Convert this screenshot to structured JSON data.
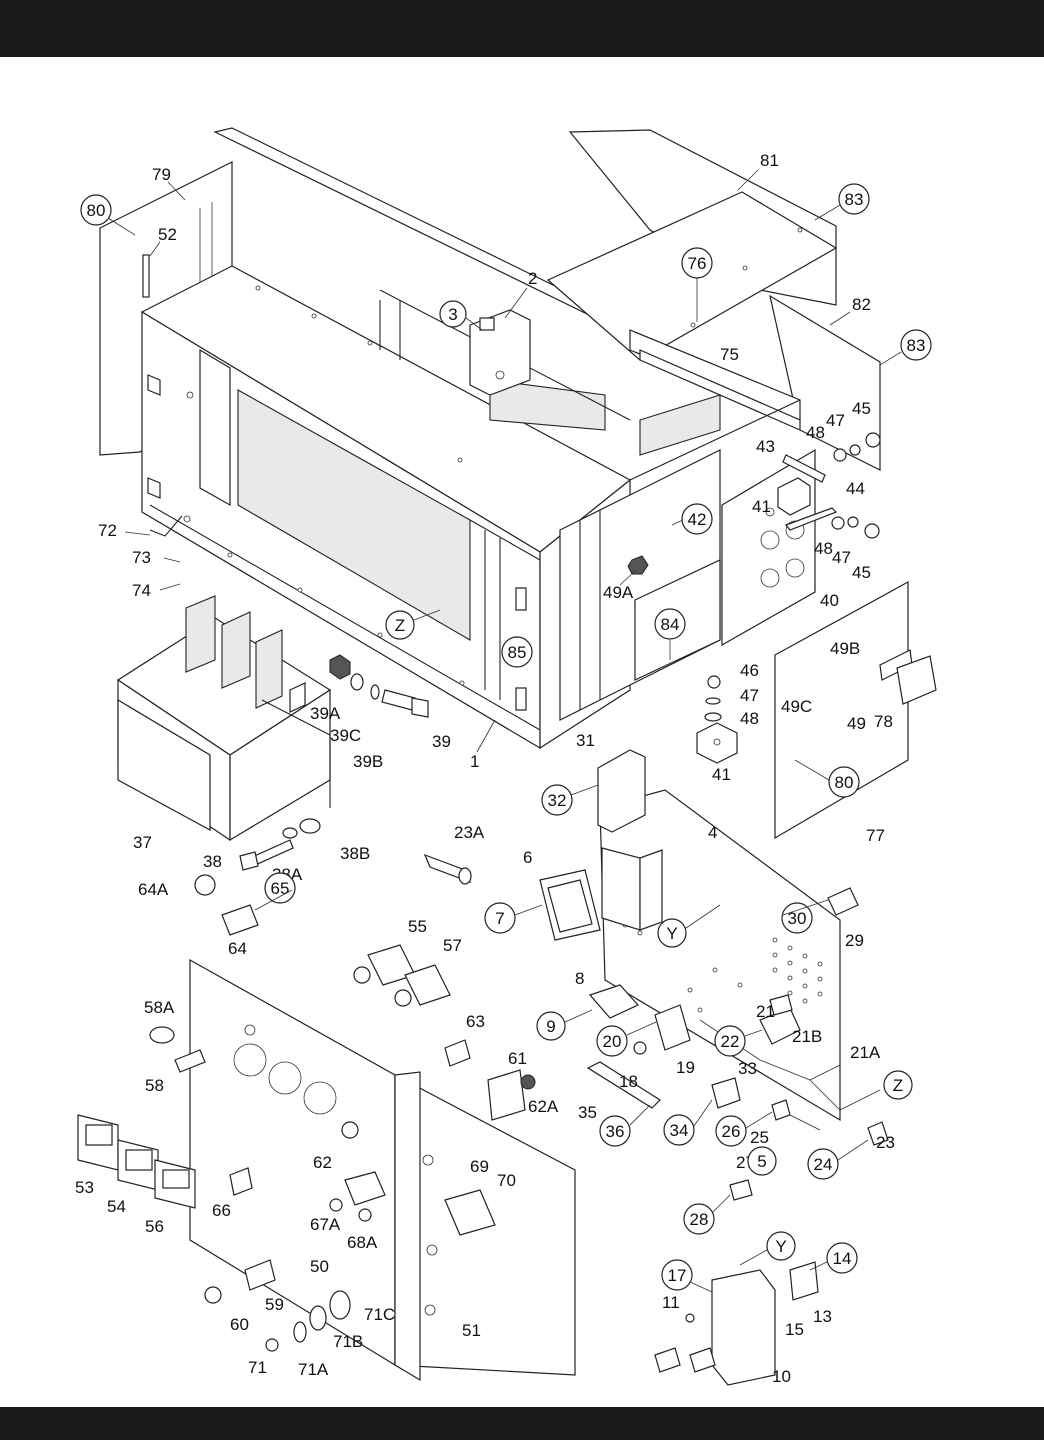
{
  "diagram": {
    "callouts": {
      "c1": "1",
      "c2": "2",
      "c3": "3",
      "c4": "4",
      "c5": "5",
      "c6": "6",
      "c7": "7",
      "c8": "8",
      "c9": "9",
      "c10": "10",
      "c11": "11",
      "c13": "13",
      "c14": "14",
      "c15": "15",
      "c17": "17",
      "c18": "18",
      "c19": "19",
      "c20": "20",
      "c21": "21",
      "c21A": "21A",
      "c21B": "21B",
      "c22": "22",
      "c23": "23",
      "c23A": "23A",
      "c24": "24",
      "c25": "25",
      "c26": "26",
      "c27": "27",
      "c28": "28",
      "c29": "29",
      "c30": "30",
      "c31": "31",
      "c32": "32",
      "c33": "33",
      "c34": "34",
      "c35": "35",
      "c36": "36",
      "c37": "37",
      "c38": "38",
      "c38A": "38A",
      "c38B": "38B",
      "c39": "39",
      "c39A": "39A",
      "c39B": "39B",
      "c39C": "39C",
      "c40": "40",
      "c41a": "41",
      "c41b": "41",
      "c42": "42",
      "c43": "43",
      "c44": "44",
      "c45a": "45",
      "c45b": "45",
      "c46": "46",
      "c47a": "47",
      "c47b": "47",
      "c47c": "47",
      "c48a": "48",
      "c48b": "48",
      "c48c": "48",
      "c49": "49",
      "c49A": "49A",
      "c49B": "49B",
      "c49C": "49C",
      "c50": "50",
      "c51": "51",
      "c52": "52",
      "c53": "53",
      "c54": "54",
      "c55": "55",
      "c56": "56",
      "c57": "57",
      "c58": "58",
      "c58A": "58A",
      "c59": "59",
      "c60": "60",
      "c61": "61",
      "c62": "62",
      "c62A": "62A",
      "c63": "63",
      "c64": "64",
      "c64A": "64A",
      "c65": "65",
      "c66": "66",
      "c67A": "67A",
      "c68A": "68A",
      "c69": "69",
      "c70": "70",
      "c71": "71",
      "c71A": "71A",
      "c71B": "71B",
      "c71C": "71C",
      "c72": "72",
      "c73": "73",
      "c74": "74",
      "c75": "75",
      "c76": "76",
      "c77": "77",
      "c78": "78",
      "c79": "79",
      "c80a": "80",
      "c80b": "80",
      "c81": "81",
      "c82": "82",
      "c83a": "83",
      "c83b": "83",
      "c84": "84",
      "c85": "85",
      "cZa": "Z",
      "cZb": "Z",
      "cYa": "Y",
      "cYb": "Y"
    }
  }
}
